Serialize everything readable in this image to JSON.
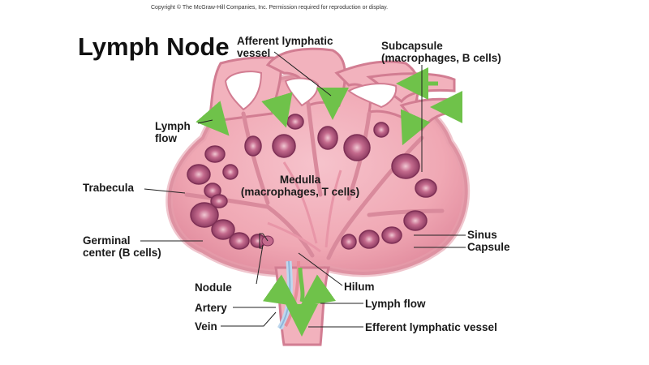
{
  "copyright": "Copyright © The McGraw-Hill Companies, Inc. Permission required for reproduction or display.",
  "title": "Lymph Node",
  "labels": {
    "afferent_1": "Afferent lymphatic",
    "afferent_2": "vessel",
    "subcapsule_1": "Subcapsule",
    "subcapsule_2": "(macrophages, B cells)",
    "lymph_flow_1": "Lymph",
    "lymph_flow_2": "flow",
    "trabecula": "Trabecula",
    "medulla_1": "Medulla",
    "medulla_2": "(macrophages, T cells)",
    "germinal_1": "Germinal",
    "germinal_2": "center (B cells)",
    "sinus": "Sinus",
    "capsule": "Capsule",
    "nodule": "Nodule",
    "hilum": "Hilum",
    "artery": "Artery",
    "lymph_flow_out": "Lymph flow",
    "vein": "Vein",
    "efferent": "Efferent lymphatic vessel"
  },
  "colors": {
    "tissue": "#f0a8b4",
    "tissue_dark": "#d97f93",
    "nodule": "#b8507a",
    "arrow": "#6fc24a",
    "vessel_blue": "#bfd8ee",
    "line": "#222222"
  }
}
